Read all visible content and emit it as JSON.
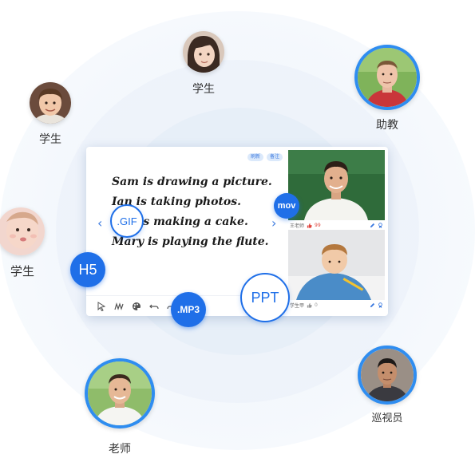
{
  "avatars": {
    "student_top": {
      "label": "学生"
    },
    "assistant": {
      "label": "助教"
    },
    "student_left_top": {
      "label": "学生"
    },
    "student_left": {
      "label": "学生"
    },
    "teacher": {
      "label": "老师"
    },
    "inspector": {
      "label": "巡视员"
    }
  },
  "board": {
    "top_buttons": [
      "刷新",
      "备注"
    ],
    "slide_lines": [
      "Sam is drawing a picture.",
      "Ian is taking photos.",
      "is making a cake.",
      "Mary is playing the flute."
    ],
    "nav_prev": "‹",
    "nav_next": "›",
    "video_tiles": [
      {
        "name": "王老师",
        "likes": "99"
      },
      {
        "name": "学生甲",
        "likes": "0"
      }
    ]
  },
  "bubbles": {
    "gif": ".GIF",
    "mov": "mov",
    "h5": "H5",
    "mp3": ".MP3",
    "ppt": "PPT"
  },
  "colors": {
    "accent": "#1f6fe8",
    "ring": "#2f8df0",
    "like": "#e0453e"
  }
}
